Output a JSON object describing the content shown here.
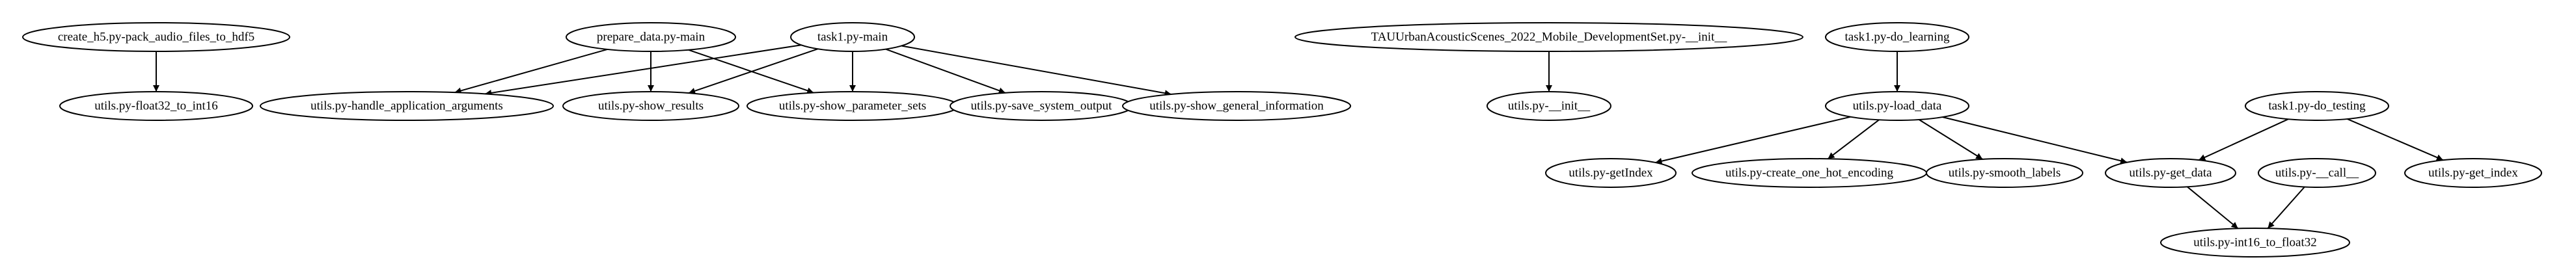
{
  "graph": {
    "nodes": [
      {
        "id": "n1",
        "label": "create_h5.py-pack_audio_files_to_hdf5"
      },
      {
        "id": "n2",
        "label": "utils.py-float32_to_int16"
      },
      {
        "id": "n3",
        "label": "prepare_data.py-main"
      },
      {
        "id": "n4",
        "label": "task1.py-main"
      },
      {
        "id": "n5",
        "label": "utils.py-handle_application_arguments"
      },
      {
        "id": "n6",
        "label": "utils.py-show_results"
      },
      {
        "id": "n7",
        "label": "utils.py-show_parameter_sets"
      },
      {
        "id": "n8",
        "label": "utils.py-save_system_output"
      },
      {
        "id": "n9",
        "label": "utils.py-show_general_information"
      },
      {
        "id": "n10",
        "label": "TAUUrbanAcousticScenes_2022_Mobile_DevelopmentSet.py-__init__"
      },
      {
        "id": "n11",
        "label": "utils.py-__init__"
      },
      {
        "id": "n12",
        "label": "task1.py-do_learning"
      },
      {
        "id": "n13",
        "label": "utils.py-load_data"
      },
      {
        "id": "n14",
        "label": "task1.py-do_testing"
      },
      {
        "id": "n15",
        "label": "utils.py-getIndex"
      },
      {
        "id": "n16",
        "label": "utils.py-create_one_hot_encoding"
      },
      {
        "id": "n17",
        "label": "utils.py-smooth_labels"
      },
      {
        "id": "n18",
        "label": "utils.py-get_data"
      },
      {
        "id": "n19",
        "label": "utils.py-__call__"
      },
      {
        "id": "n20",
        "label": "utils.py-get_index"
      },
      {
        "id": "n21",
        "label": "utils.py-int16_to_float32"
      }
    ],
    "edges": [
      {
        "from": "n1",
        "to": "n2"
      },
      {
        "from": "n3",
        "to": "n5"
      },
      {
        "from": "n3",
        "to": "n6"
      },
      {
        "from": "n3",
        "to": "n7"
      },
      {
        "from": "n4",
        "to": "n5"
      },
      {
        "from": "n4",
        "to": "n6"
      },
      {
        "from": "n4",
        "to": "n7"
      },
      {
        "from": "n4",
        "to": "n8"
      },
      {
        "from": "n4",
        "to": "n9"
      },
      {
        "from": "n10",
        "to": "n11"
      },
      {
        "from": "n12",
        "to": "n13"
      },
      {
        "from": "n13",
        "to": "n15"
      },
      {
        "from": "n13",
        "to": "n16"
      },
      {
        "from": "n13",
        "to": "n17"
      },
      {
        "from": "n13",
        "to": "n18"
      },
      {
        "from": "n14",
        "to": "n18"
      },
      {
        "from": "n14",
        "to": "n20"
      },
      {
        "from": "n18",
        "to": "n21"
      },
      {
        "from": "n19",
        "to": "n21"
      }
    ]
  }
}
